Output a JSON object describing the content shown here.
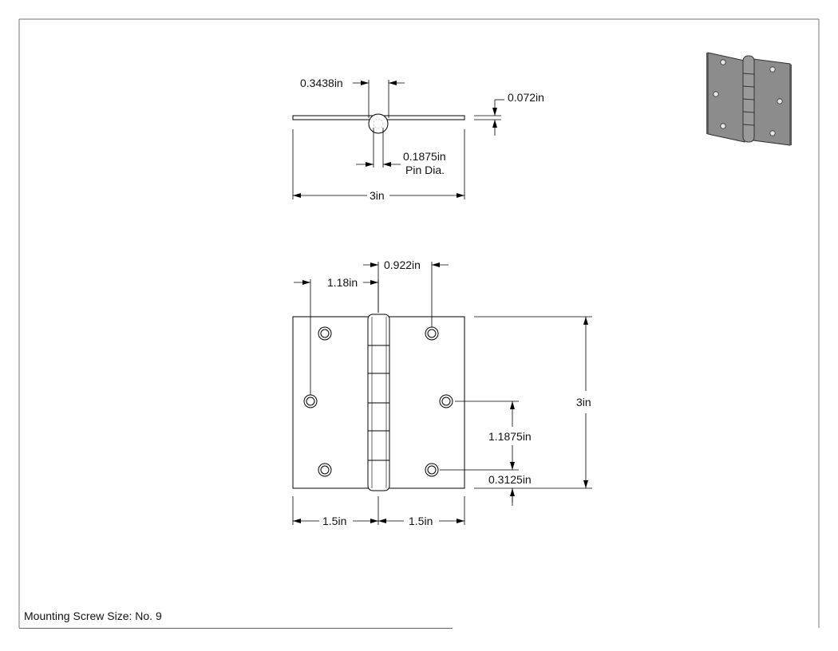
{
  "drawing": {
    "top_view": {
      "leaf_open_width": "0.3438in",
      "leaf_thickness": "0.072in",
      "pin_dia_value": "0.1875in",
      "pin_dia_label": "Pin Dia.",
      "overall_width": "3in"
    },
    "front_view": {
      "center_hole_offset": "0.922in",
      "edge_hole_offset": "1.18in",
      "height": "3in",
      "hole_spacing": "1.1875in",
      "hole_edge_distance": "0.3125in",
      "leaf_width_left": "1.5in",
      "leaf_width_right": "1.5in"
    },
    "note": "Mounting Screw Size: No. 9",
    "colors": {
      "line": "#000000",
      "iso_fill": "#8c8c8c",
      "iso_edge": "#333333"
    }
  }
}
